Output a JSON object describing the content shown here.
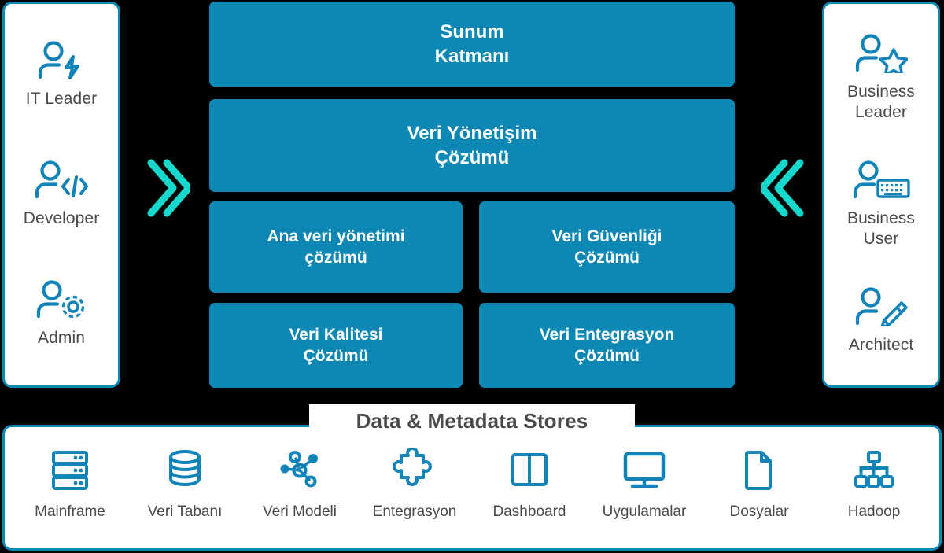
{
  "colors": {
    "panel_border": "#0d88b5",
    "box_fill": "#0d88b5",
    "icon_blue": "#1083b8",
    "chevron_teal": "#16d8cc",
    "text_gray": "#4a4a4a",
    "background": "#000000",
    "panel_bg": "#ffffff"
  },
  "left_panel": {
    "roles": [
      {
        "label": "IT Leader",
        "icon": "person-lightning-icon"
      },
      {
        "label": "Developer",
        "icon": "person-code-icon"
      },
      {
        "label": "Admin",
        "icon": "person-gear-icon"
      }
    ]
  },
  "right_panel": {
    "roles": [
      {
        "label": "Business Leader",
        "icon": "person-star-icon"
      },
      {
        "label": "Business User",
        "icon": "person-keyboard-icon"
      },
      {
        "label": "Architect",
        "icon": "person-pen-icon"
      }
    ]
  },
  "arrows": {
    "left": {
      "icon": "double-chevron-right-icon"
    },
    "right": {
      "icon": "double-chevron-left-icon"
    }
  },
  "center": {
    "boxes": [
      {
        "id": "presentation",
        "line1": "Sunum",
        "line2": "Katmanı"
      },
      {
        "id": "governance",
        "line1": "Veri Yönetişim",
        "line2": "Çözümü"
      },
      {
        "id": "mdm",
        "line1": "Ana veri yönetimi",
        "line2": "çözümü"
      },
      {
        "id": "security",
        "line1": "Veri Güvenliği",
        "line2": "Çözümü"
      },
      {
        "id": "quality",
        "line1": "Veri Kalitesi",
        "line2": "Çözümü"
      },
      {
        "id": "integration",
        "line1": "Veri Entegrasyon",
        "line2": "Çözümü"
      }
    ]
  },
  "stores": {
    "title": "Data & Metadata Stores",
    "items": [
      {
        "label": "Mainframe",
        "icon": "server-rack-icon"
      },
      {
        "label": "Veri Tabanı",
        "icon": "database-icon"
      },
      {
        "label": "Veri Modeli",
        "icon": "node-graph-icon"
      },
      {
        "label": "Entegrasyon",
        "icon": "puzzle-piece-icon"
      },
      {
        "label": "Dashboard",
        "icon": "dashboard-panels-icon"
      },
      {
        "label": "Uygulamalar",
        "icon": "monitor-icon"
      },
      {
        "label": "Dosyalar",
        "icon": "file-document-icon"
      },
      {
        "label": "Hadoop",
        "icon": "hierarchy-icon"
      }
    ]
  }
}
